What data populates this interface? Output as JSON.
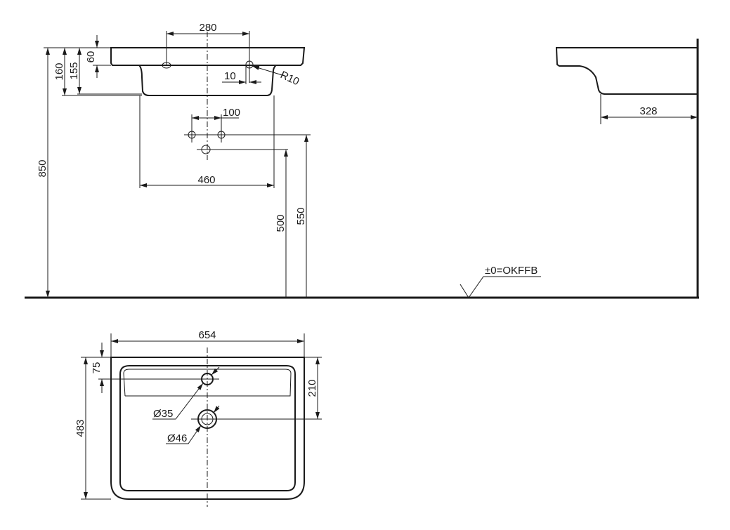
{
  "front_view": {
    "dims": {
      "d280": "280",
      "d160": "160",
      "d155": "155",
      "d60": "60",
      "d10": "10",
      "r10": "R10",
      "d100": "100",
      "d460": "460",
      "d850": "850",
      "d500": "500",
      "d550": "550"
    },
    "floor_label": "±0=OKFFB"
  },
  "side_view": {
    "dims": {
      "d328": "328"
    }
  },
  "plan_view": {
    "dims": {
      "d654": "654",
      "d483": "483",
      "d75": "75",
      "d210": "210",
      "tap_hole": "Ø35",
      "drain": "Ø46"
    }
  }
}
